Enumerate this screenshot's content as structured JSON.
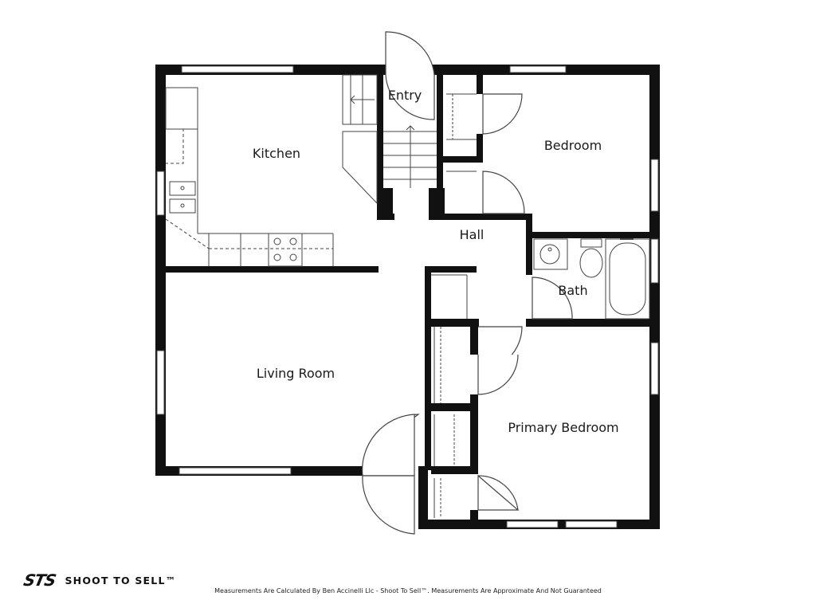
{
  "floor_plan": {
    "rooms": {
      "kitchen": "Kitchen",
      "entry": "Entry",
      "bedroom": "Bedroom",
      "hall": "Hall",
      "bath": "Bath",
      "living_room": "Living Room",
      "primary_bedroom": "Primary Bedroom"
    }
  },
  "footer": {
    "logo_mark": "STS",
    "logo_text": "SHOOT TO SELL™",
    "disclaimer": "Measurements Are Calculated By Ben Accinelli Llc - Shoot To Sell™. Measurements Are Approximate And Not Guaranteed"
  },
  "colors": {
    "wall": "#111111",
    "line": "#444444",
    "background": "#ffffff"
  }
}
